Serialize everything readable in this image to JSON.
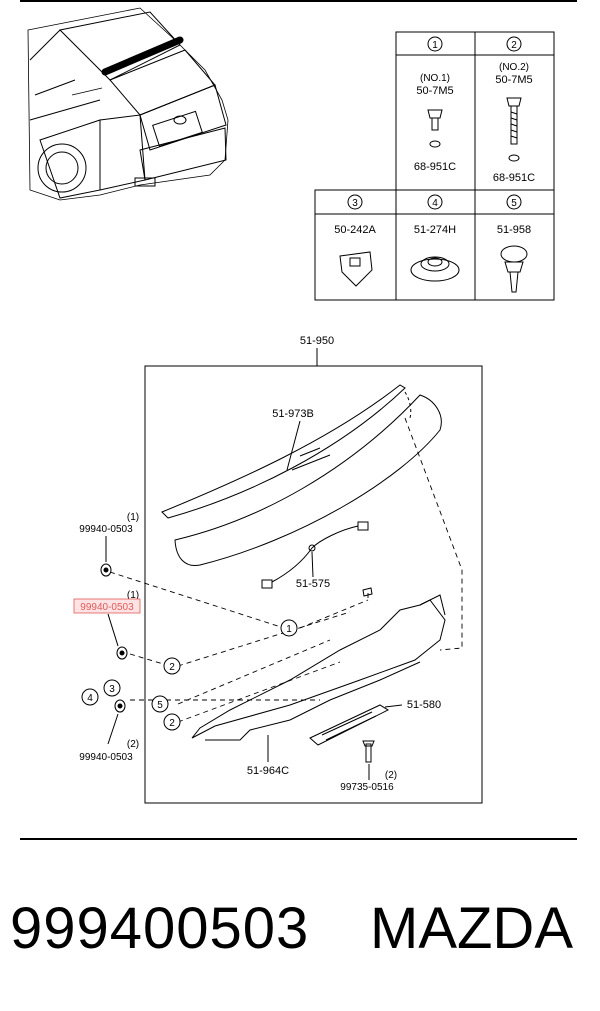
{
  "table": {
    "headers": [
      "1",
      "2",
      "3",
      "4",
      "5"
    ],
    "cells": [
      {
        "note": "(NO.1)",
        "code1": "50-7M5",
        "code2": "68-951C"
      },
      {
        "note": "(NO.2)",
        "code1": "50-7M5",
        "code2": "68-951C"
      },
      {
        "code1": "50-242A"
      },
      {
        "code1": "51-274H"
      },
      {
        "code1": "51-958"
      }
    ]
  },
  "diagram": {
    "assembly_label": "51-950",
    "labels": {
      "spoiler": "51-973B",
      "harness": "51-575",
      "bracket": "51-964C",
      "lamp": "51-580",
      "bolt": "99735-0516",
      "bolt_qty": "(2)",
      "nut_a_qty": "(1)",
      "nut_a": "99940-0503",
      "nut_b_qty": "(1)",
      "nut_b": "99940-0503",
      "nut_c_qty": "(2)",
      "nut_c": "99940-0503"
    },
    "callouts": {
      "c1": "1",
      "c2a": "2",
      "c2b": "2",
      "c3": "3",
      "c4": "4",
      "c5": "5"
    },
    "highlight_color": "#e05a5a"
  },
  "footer": {
    "part_number": "999400503",
    "brand": "MAZDA"
  }
}
